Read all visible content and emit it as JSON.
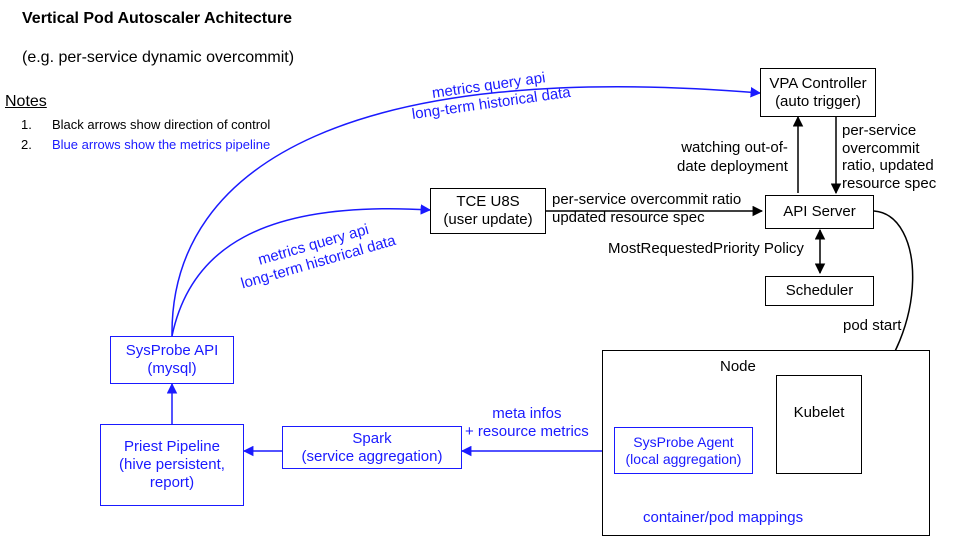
{
  "title": "Vertical Pod Autoscaler Achitecture",
  "subtitle": "(e.g. per-service dynamic overcommit)",
  "notes": {
    "heading": "Notes",
    "items": [
      {
        "num": "1.",
        "text": "Black arrows show direction of control"
      },
      {
        "num": "2.",
        "text": "Blue arrows show the metrics pipeline"
      }
    ]
  },
  "colors": {
    "control": "#000000",
    "metrics": "#1a1aff"
  },
  "boxes": {
    "vpa_controller": {
      "line1": "VPA Controller",
      "line2": "(auto trigger)"
    },
    "tce_u8s": {
      "line1": "TCE U8S",
      "line2": "(user update)"
    },
    "api_server": {
      "line1": "API Server"
    },
    "scheduler": {
      "line1": "Scheduler"
    },
    "node": {
      "label": "Node"
    },
    "kubelet": {
      "line1": "Kubelet"
    },
    "sysprobe_agent": {
      "line1": "SysProbe Agent",
      "line2": "(local aggregation)"
    },
    "spark": {
      "line1": "Spark",
      "line2": "(service aggregation)"
    },
    "priest_pipeline": {
      "line1": "Priest Pipeline",
      "line2": "(hive persistent,",
      "line3": "report)"
    },
    "sysprobe_api": {
      "line1": "SysProbe API",
      "line2": "(mysql)"
    }
  },
  "edge_labels": {
    "metrics_query_top": {
      "line1": "metrics query api",
      "line2": "long-term historical data"
    },
    "metrics_query_mid": {
      "line1": "metrics query api",
      "line2": "long-term historical data"
    },
    "watching": {
      "line1": "watching out-of-",
      "line2": "date deployment"
    },
    "per_service_right": {
      "line1": "per-service",
      "line2": "overcommit",
      "line3": "ratio, updated",
      "line4": "resource spec"
    },
    "tce_to_api": {
      "line1": "per-service overcommit ratio",
      "line2": "updated resource spec"
    },
    "policy": "MostRequestedPriority Policy",
    "pod_start": "pod start",
    "meta_infos": {
      "line1": "meta infos",
      "line2": "+ resource metrics"
    },
    "container_mappings": "container/pod mappings"
  }
}
